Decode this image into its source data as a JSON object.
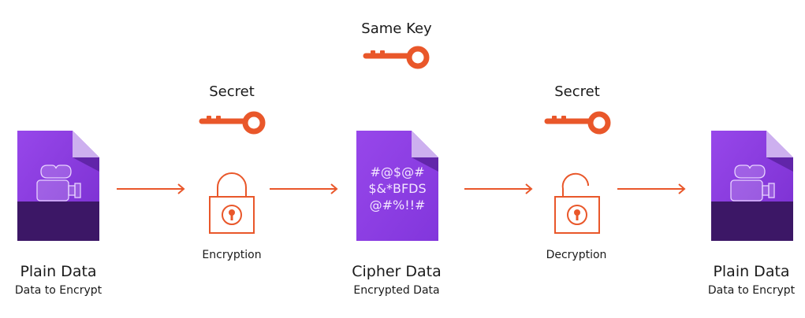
{
  "colors": {
    "accent": "#e9572a",
    "doc_purple": "#8e3fe0",
    "doc_dark": "#3a1863",
    "doc_fold": "#c7a8ec",
    "text": "#1a1a1a"
  },
  "top": {
    "same_key_label": "Same Key",
    "icon": "key-icon"
  },
  "steps": [
    {
      "type": "document",
      "icon": "video-camera-icon",
      "title": "Plain Data",
      "subtitle": "Data to Encrypt"
    },
    {
      "type": "process",
      "secret_label": "Secret",
      "key_icon": "key-icon",
      "lock_icon": "lock-closed-icon",
      "label": "Encryption"
    },
    {
      "type": "document",
      "cipher_lines": [
        "#@$@#",
        "$&*BFDS",
        "@#%!!#"
      ],
      "title": "Cipher Data",
      "subtitle": "Encrypted Data"
    },
    {
      "type": "process",
      "secret_label": "Secret",
      "key_icon": "key-icon",
      "lock_icon": "lock-open-icon",
      "label": "Decryption"
    },
    {
      "type": "document",
      "icon": "video-camera-icon",
      "title": "Plain Data",
      "subtitle": "Data to Encrypt"
    }
  ],
  "arrows": [
    "arrow-right-icon",
    "arrow-right-icon",
    "arrow-right-icon",
    "arrow-right-icon"
  ]
}
